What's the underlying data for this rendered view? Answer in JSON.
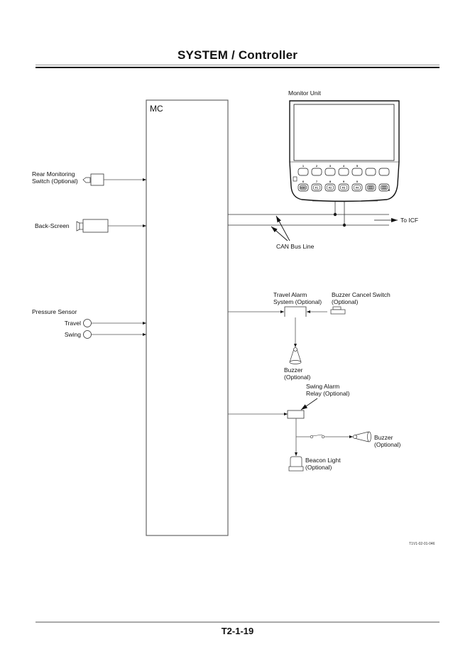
{
  "header": {
    "title": "SYSTEM / Controller"
  },
  "footer": {
    "page_number": "T2-1-19"
  },
  "diagram": {
    "controller": {
      "label": "MC"
    },
    "monitor_unit": {
      "label": "Monitor Unit",
      "top_key_numbers": [
        "1",
        "2",
        "3",
        "4",
        "5",
        "",
        ""
      ],
      "bottom_key_numbers": [
        "6",
        "7",
        "8",
        "9",
        "0",
        "",
        ""
      ],
      "bottom_key_labels": [
        "ESC",
        "F1",
        "F2",
        "F3",
        "F4",
        "",
        ""
      ]
    },
    "inputs": {
      "rear_monitoring_switch": {
        "line1": "Rear Monitoring",
        "line2": "Switch (Optional)"
      },
      "back_screen": {
        "label": "Back-Screen"
      },
      "pressure_sensor": {
        "label": "Pressure Sensor",
        "travel": "Travel",
        "swing": "Swing"
      }
    },
    "can_bus": {
      "label": "CAN Bus Line",
      "to_icf": "To ICF"
    },
    "travel_alarm": {
      "line1": "Travel Alarm",
      "line2": "System (Optional)"
    },
    "buzzer_cancel_switch": {
      "line1": "Buzzer Cancel Switch",
      "line2": "(Optional)"
    },
    "buzzer_1": {
      "line1": "Buzzer",
      "line2": "(Optional)"
    },
    "swing_alarm_relay": {
      "line1": "Swing Alarm",
      "line2": "Relay (Optional)"
    },
    "buzzer_2": {
      "line1": "Buzzer",
      "line2": "(Optional)"
    },
    "beacon_light": {
      "line1": "Beacon Light",
      "line2": "(Optional)"
    },
    "figure_id": "T1V1-02-01-046"
  }
}
